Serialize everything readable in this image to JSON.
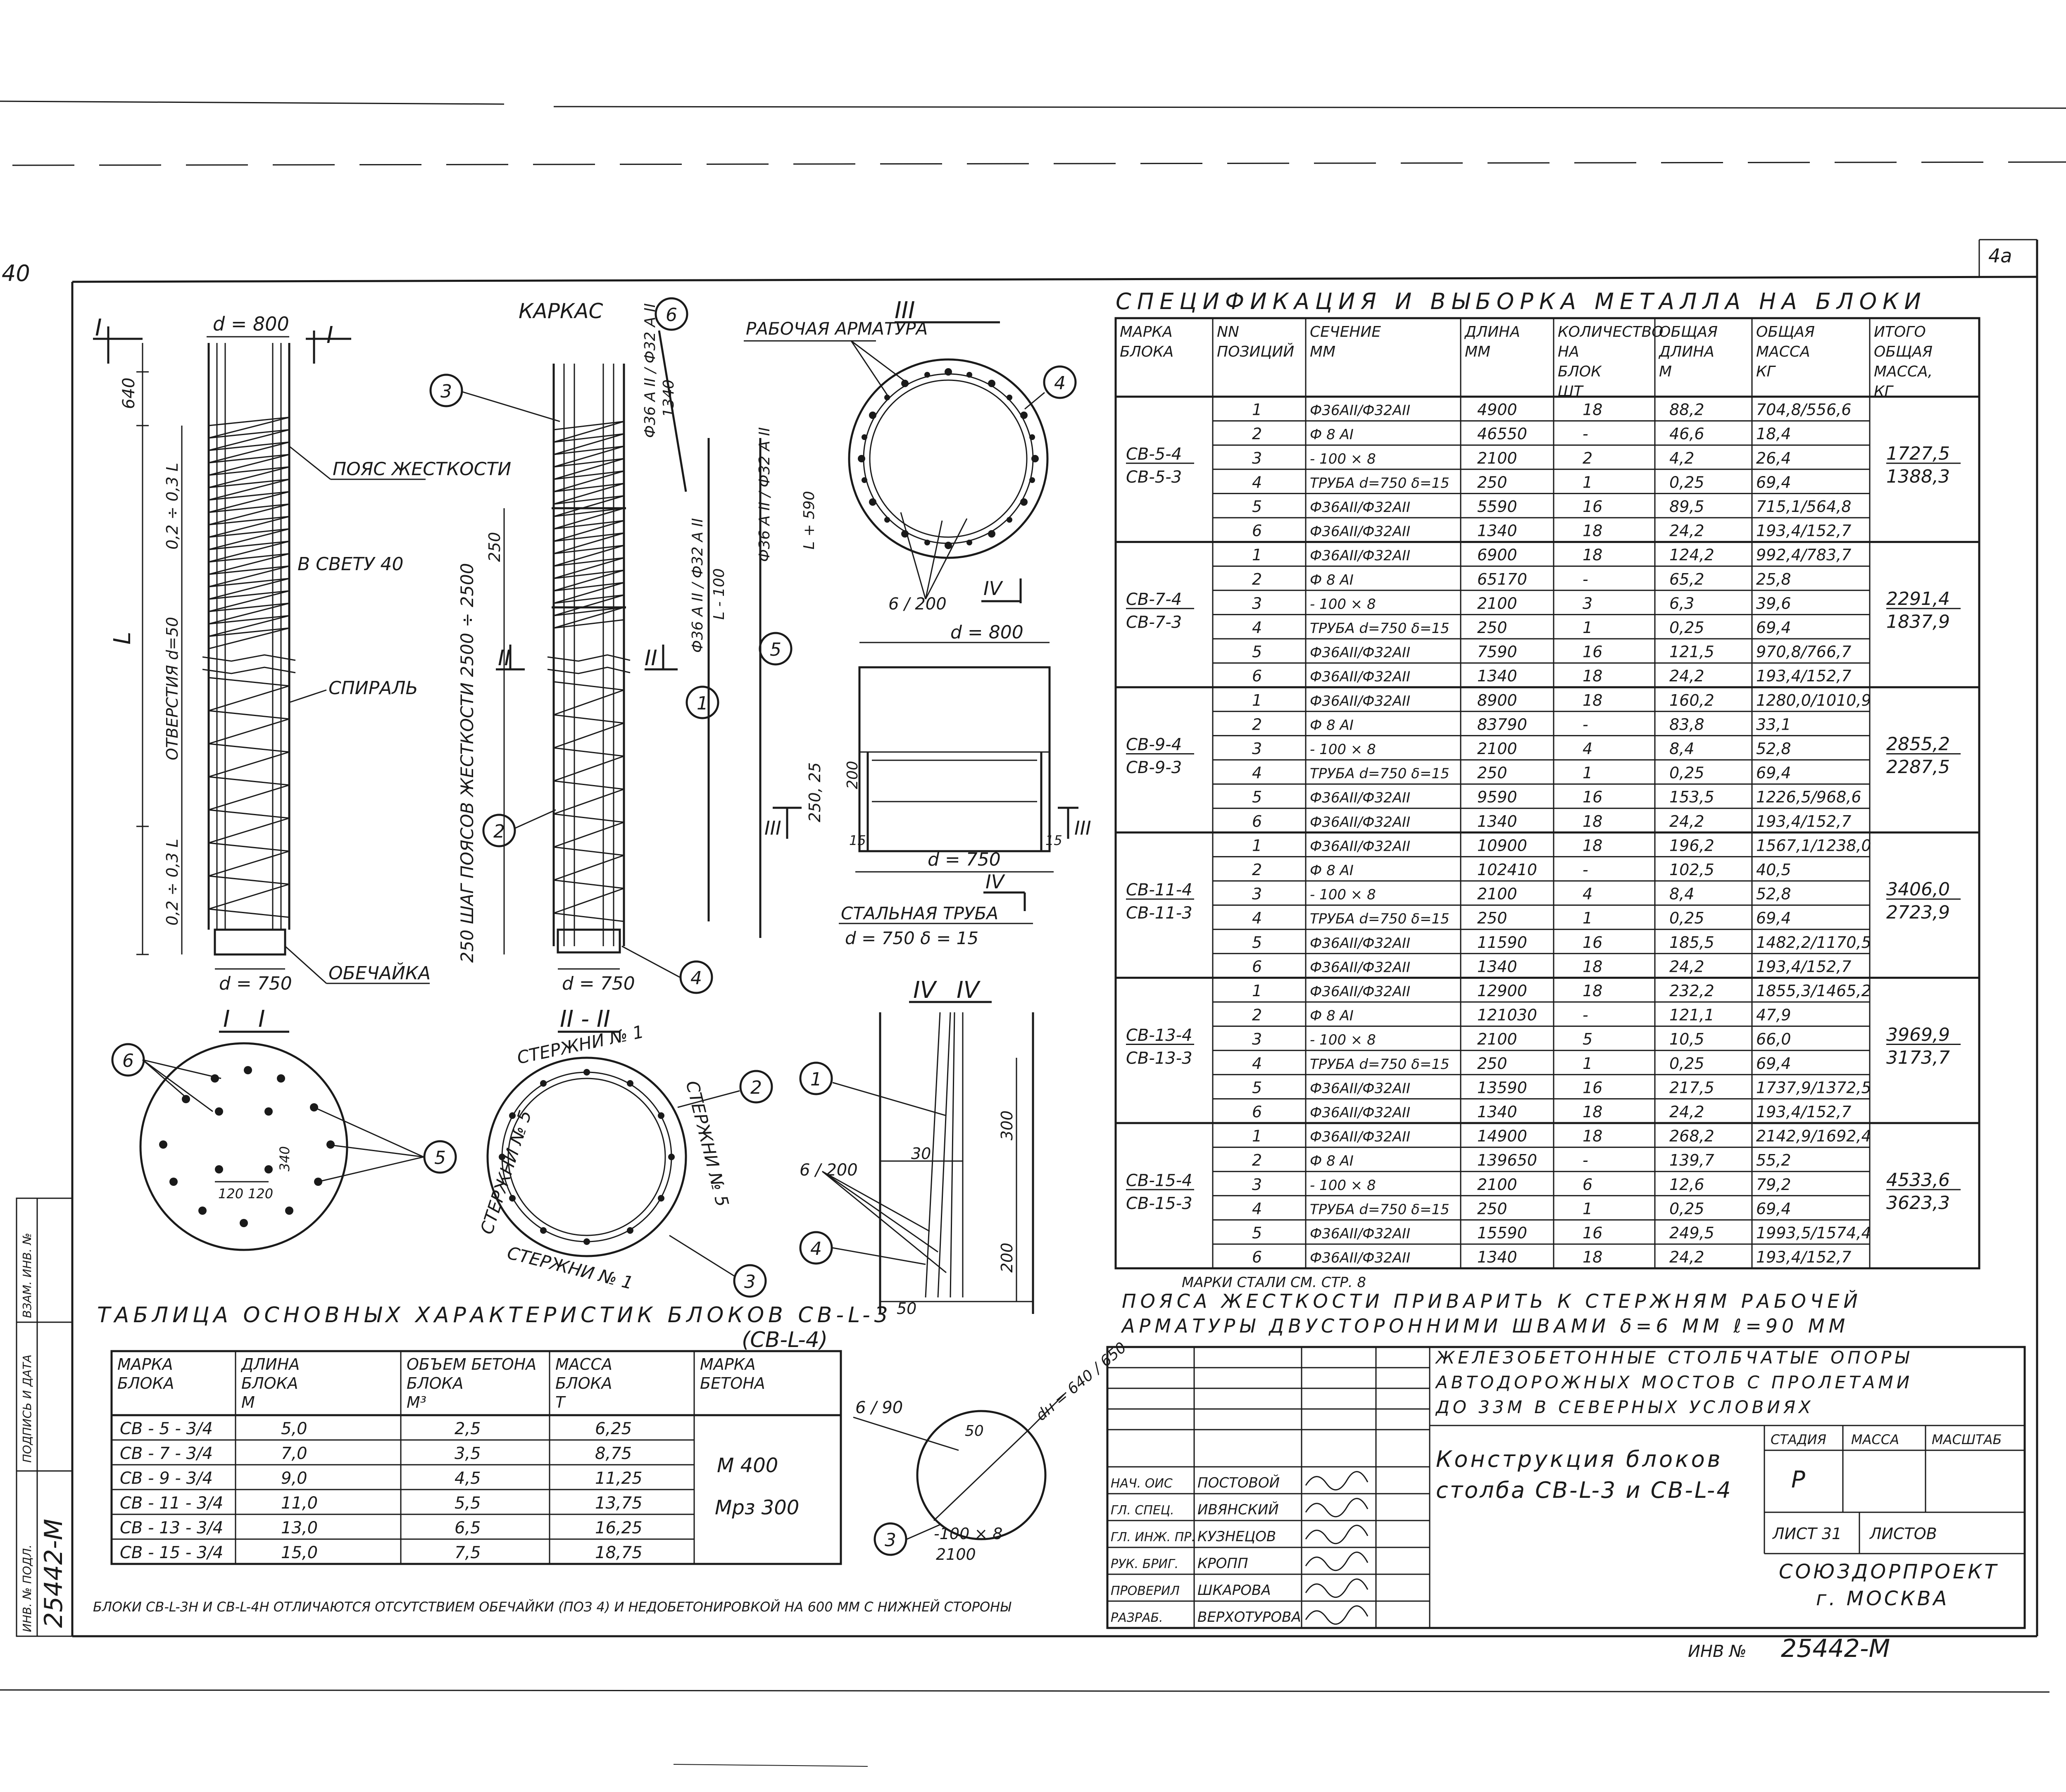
{
  "sheet": {
    "corner_number": "4а",
    "margin_mark": "40"
  },
  "left_stamp": {
    "inv_label": "ИНВ. № ПОДЛ.",
    "inv_number": "25442-М",
    "sign_label": "ПОДПИСЬ И ДАТА",
    "replace_label": "ВЗАМ. ИНВ. №"
  },
  "drawing": {
    "kark_title": "КАРКАС",
    "cut_i": "I",
    "cut_ii": "II",
    "cut_iii": "III",
    "cut_iv": "IV",
    "d800": "d = 800",
    "d750": "d = 750",
    "dim_640": "640",
    "dim_L": "L",
    "dim_02L_top": "0,2 ÷ 0,3 L",
    "dim_02L_bot": "0,2 ÷ 0,3 L",
    "label_holes": "ОТВЕРСТИЯ d=50",
    "label_belt": "ПОЯС ЖЕСТКОСТИ",
    "label_clear": "В СВЕТУ 40",
    "label_spiral": "СПИРАЛЬ",
    "label_shell": "ОБЕЧАЙКА",
    "dim_250": "250",
    "label_step": "250 ШАГ ПОЯСОВ ЖЕСТКОСТИ 2500 ÷ 2500",
    "rebar_6": "Ф36 А II / Ф32 А II",
    "rebar_6_len": "1340",
    "rebar_1": "Ф36 А II / Ф32 А II",
    "rebar_1_len": "L - 100",
    "rebar_5": "Ф36 А II / Ф32 А II",
    "rebar_5_len": "L + 590",
    "label_work_rebar": "РАБОЧАЯ АРМАТУРА",
    "label_steel_pipe": "СТАЛЬНАЯ ТРУБА",
    "pipe_dims": "d = 750   δ = 15",
    "dim_250_25": "250, 25",
    "dim_200": "200",
    "dim_15": "15",
    "weld_6_200": "6 / 200",
    "section_title_ii": "II - II",
    "label_rods_1": "СТЕРЖНИ № 1",
    "label_rods_5": "СТЕРЖНИ № 5",
    "dim_120": "120",
    "dim_340": "340",
    "dim_30": "30",
    "dim_300": "300",
    "dim_200b": "200",
    "dim_50": "50",
    "weld_6_90": "6 / 90",
    "belt_dn": "dн = 640 / 650",
    "belt_50": "50",
    "belt_size": "-100 × 8",
    "belt_len": "2100",
    "callouts": [
      "1",
      "2",
      "3",
      "4",
      "5",
      "6"
    ]
  },
  "spec": {
    "title": "СПЕЦИФИКАЦИЯ И ВЫБОРКА МЕТАЛЛА НА БЛОКИ",
    "headers": [
      "МАРКА БЛОКА",
      "NN ПОЗИЦИЙ",
      "СЕЧЕНИЕ ММ",
      "ДЛИНА ММ",
      "КОЛИЧЕСТВО НА БЛОК ШТ",
      "ОБЩАЯ ДЛИНА М",
      "ОБЩАЯ МАССА КГ",
      "ИТОГО ОБЩАЯ МАССА, КГ"
    ],
    "groups": [
      {
        "mark": [
          "СВ-5-4",
          "СВ-5-3"
        ],
        "total": [
          "1727,5",
          "1388,3"
        ],
        "rows": [
          [
            "1",
            "Ф36АII/Ф32АII",
            "4900",
            "18",
            "88,2",
            "704,8/556,6"
          ],
          [
            "2",
            "Ф 8 АI",
            "46550",
            "-",
            "46,6",
            "18,4"
          ],
          [
            "3",
            "- 100 × 8",
            "2100",
            "2",
            "4,2",
            "26,4"
          ],
          [
            "4",
            "ТРУБА d=750 δ=15",
            "250",
            "1",
            "0,25",
            "69,4"
          ],
          [
            "5",
            "Ф36АII/Ф32АII",
            "5590",
            "16",
            "89,5",
            "715,1/564,8"
          ],
          [
            "6",
            "Ф36АII/Ф32АII",
            "1340",
            "18",
            "24,2",
            "193,4/152,7"
          ]
        ]
      },
      {
        "mark": [
          "СВ-7-4",
          "СВ-7-3"
        ],
        "total": [
          "2291,4",
          "1837,9"
        ],
        "rows": [
          [
            "1",
            "Ф36АII/Ф32АII",
            "6900",
            "18",
            "124,2",
            "992,4/783,7"
          ],
          [
            "2",
            "Ф 8 АI",
            "65170",
            "-",
            "65,2",
            "25,8"
          ],
          [
            "3",
            "- 100 × 8",
            "2100",
            "3",
            "6,3",
            "39,6"
          ],
          [
            "4",
            "ТРУБА d=750 δ=15",
            "250",
            "1",
            "0,25",
            "69,4"
          ],
          [
            "5",
            "Ф36АII/Ф32АII",
            "7590",
            "16",
            "121,5",
            "970,8/766,7"
          ],
          [
            "6",
            "Ф36АII/Ф32АII",
            "1340",
            "18",
            "24,2",
            "193,4/152,7"
          ]
        ]
      },
      {
        "mark": [
          "СВ-9-4",
          "СВ-9-3"
        ],
        "total": [
          "2855,2",
          "2287,5"
        ],
        "rows": [
          [
            "1",
            "Ф36АII/Ф32АII",
            "8900",
            "18",
            "160,2",
            "1280,0/1010,9"
          ],
          [
            "2",
            "Ф 8 АI",
            "83790",
            "-",
            "83,8",
            "33,1"
          ],
          [
            "3",
            "- 100 × 8",
            "2100",
            "4",
            "8,4",
            "52,8"
          ],
          [
            "4",
            "ТРУБА d=750 δ=15",
            "250",
            "1",
            "0,25",
            "69,4"
          ],
          [
            "5",
            "Ф36АII/Ф32АII",
            "9590",
            "16",
            "153,5",
            "1226,5/968,6"
          ],
          [
            "6",
            "Ф36АII/Ф32АII",
            "1340",
            "18",
            "24,2",
            "193,4/152,7"
          ]
        ]
      },
      {
        "mark": [
          "СВ-11-4",
          "СВ-11-3"
        ],
        "total": [
          "3406,0",
          "2723,9"
        ],
        "rows": [
          [
            "1",
            "Ф36АII/Ф32АII",
            "10900",
            "18",
            "196,2",
            "1567,1/1238,0"
          ],
          [
            "2",
            "Ф 8 АI",
            "102410",
            "-",
            "102,5",
            "40,5"
          ],
          [
            "3",
            "- 100 × 8",
            "2100",
            "4",
            "8,4",
            "52,8"
          ],
          [
            "4",
            "ТРУБА d=750 δ=15",
            "250",
            "1",
            "0,25",
            "69,4"
          ],
          [
            "5",
            "Ф36АII/Ф32АII",
            "11590",
            "16",
            "185,5",
            "1482,2/1170,5"
          ],
          [
            "6",
            "Ф36АII/Ф32АII",
            "1340",
            "18",
            "24,2",
            "193,4/152,7"
          ]
        ]
      },
      {
        "mark": [
          "СВ-13-4",
          "СВ-13-3"
        ],
        "total": [
          "3969,9",
          "3173,7"
        ],
        "rows": [
          [
            "1",
            "Ф36АII/Ф32АII",
            "12900",
            "18",
            "232,2",
            "1855,3/1465,2"
          ],
          [
            "2",
            "Ф 8 АI",
            "121030",
            "-",
            "121,1",
            "47,9"
          ],
          [
            "3",
            "- 100 × 8",
            "2100",
            "5",
            "10,5",
            "66,0"
          ],
          [
            "4",
            "ТРУБА d=750 δ=15",
            "250",
            "1",
            "0,25",
            "69,4"
          ],
          [
            "5",
            "Ф36АII/Ф32АII",
            "13590",
            "16",
            "217,5",
            "1737,9/1372,5"
          ],
          [
            "6",
            "Ф36АII/Ф32АII",
            "1340",
            "18",
            "24,2",
            "193,4/152,7"
          ]
        ]
      },
      {
        "mark": [
          "СВ-15-4",
          "СВ-15-3"
        ],
        "total": [
          "4533,6",
          "3623,3"
        ],
        "rows": [
          [
            "1",
            "Ф36АII/Ф32АII",
            "14900",
            "18",
            "268,2",
            "2142,9/1692,4"
          ],
          [
            "2",
            "Ф 8 АI",
            "139650",
            "-",
            "139,7",
            "55,2"
          ],
          [
            "3",
            "- 100 × 8",
            "2100",
            "6",
            "12,6",
            "79,2"
          ],
          [
            "4",
            "ТРУБА d=750 δ=15",
            "250",
            "1",
            "0,25",
            "69,4"
          ],
          [
            "5",
            "Ф36АII/Ф32АII",
            "15590",
            "16",
            "249,5",
            "1993,5/1574,4"
          ],
          [
            "6",
            "Ф36АII/Ф32АII",
            "1340",
            "18",
            "24,2",
            "193,4/152,7"
          ]
        ]
      }
    ],
    "footnote": "МАРКИ СТАЛИ СМ. СТР. 8"
  },
  "note_weld": {
    "line1": "ПОЯСА ЖЕСТКОСТИ ПРИВАРИТЬ К СТЕРЖНЯМ РАБОЧЕЙ",
    "line2": "АРМАТУРЫ ДВУСТОРОННИМИ ШВАМИ δ=6 ММ  ℓ=90 ММ"
  },
  "blocks": {
    "title": "ТАБЛИЦА ОСНОВНЫХ ХАРАКТЕРИСТИК БЛОКОВ СВ-L-3",
    "title2": "(СВ-L-4)",
    "headers": [
      "МАРКА БЛОКА",
      "ДЛИНА БЛОКА М",
      "ОБЪЕМ БЕТОНА БЛОКА М³",
      "МАССА БЛОКА Т",
      "МАРКА БЕТОНА"
    ],
    "rows": [
      [
        "СВ - 5 - 3/4",
        "5,0",
        "2,5",
        "6,25"
      ],
      [
        "СВ - 7 - 3/4",
        "7,0",
        "3,5",
        "8,75"
      ],
      [
        "СВ - 9 - 3/4",
        "9,0",
        "4,5",
        "11,25"
      ],
      [
        "СВ - 11 - 3/4",
        "11,0",
        "5,5",
        "13,75"
      ],
      [
        "СВ - 13 - 3/4",
        "13,0",
        "6,5",
        "16,25"
      ],
      [
        "СВ - 15 - 3/4",
        "15,0",
        "7,5",
        "18,75"
      ]
    ],
    "concrete": [
      "М 400",
      "Мрз 300"
    ],
    "note": "БЛОКИ СВ-L-3Н И СВ-L-4Н ОТЛИЧАЮТСЯ ОТСУТСТВИЕМ ОБЕЧАЙКИ (ПОЗ 4) И НЕДОБЕТОНИРОВКОЙ НА 600 ММ С НИЖНЕЙ СТОРОНЫ"
  },
  "titleblock": {
    "project": [
      "ЖЕЛЕЗОБЕТОННЫЕ СТОЛБЧАТЫЕ ОПОРЫ",
      "АВТОДОРОЖНЫХ МОСТОВ С ПРОЛЕТАМИ",
      "ДО 33М В СЕВЕРНЫХ УСЛОВИЯХ"
    ],
    "title": [
      "Конструкция блоков",
      "столба СВ-L-3 и СВ-L-4"
    ],
    "stage_label": "СТАДИЯ",
    "mass_label": "МАССА",
    "scale_label": "МАСШТАБ",
    "stage": "Р",
    "sheet_label": "ЛИСТ 31",
    "sheets_label": "ЛИСТОВ",
    "org": [
      "СОЮЗДОРПРОЕКТ",
      "г. МОСКВА"
    ],
    "roles": [
      [
        "НАЧ. ОИС",
        "ПОСТОВОЙ"
      ],
      [
        "ГЛ. СПЕЦ.",
        "ИВЯНСКИЙ"
      ],
      [
        "ГЛ. ИНЖ. ПР.",
        "КУЗНЕЦОВ"
      ],
      [
        "РУК. БРИГ.",
        "КРОПП"
      ],
      [
        "ПРОВЕРИЛ",
        "ШКАРОВА"
      ],
      [
        "РАЗРАБ.",
        "ВЕРХОТУРОВА"
      ]
    ],
    "inv_label": "ИНВ №",
    "inv_number": "25442-М"
  }
}
